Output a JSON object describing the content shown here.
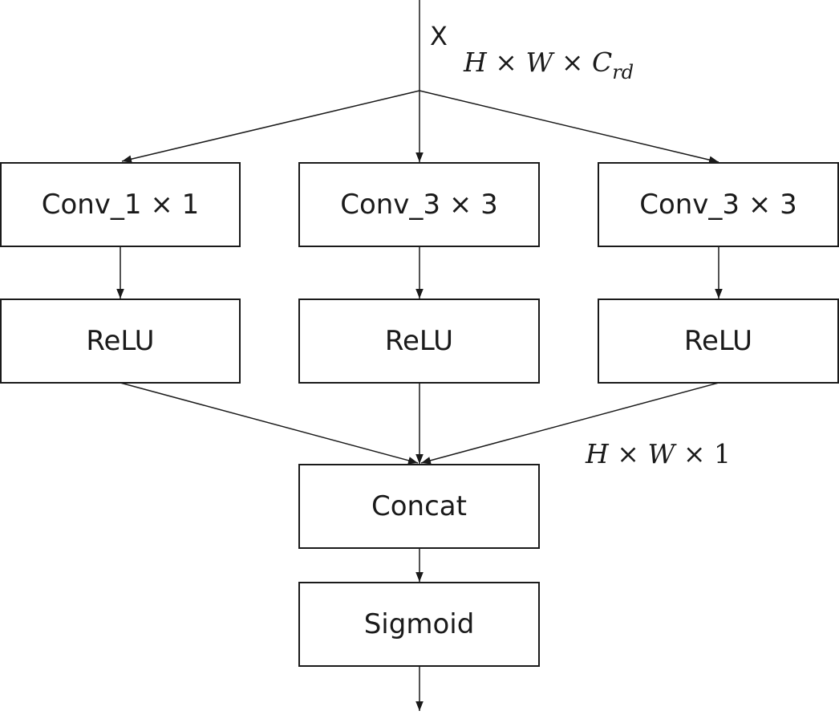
{
  "input_label": "X",
  "input_dims": {
    "h": "H",
    "w": "W",
    "c": "C",
    "c_sub": "rd",
    "times": "×"
  },
  "output_dims": {
    "h": "H",
    "w": "W",
    "n": "1",
    "times": "×"
  },
  "branches": [
    {
      "conv": "Conv_1 × 1",
      "act": "ReLU"
    },
    {
      "conv": "Conv_3 × 3",
      "act": "ReLU"
    },
    {
      "conv": "Conv_3 × 3",
      "act": "ReLU"
    }
  ],
  "concat": "Concat",
  "sigmoid": "Sigmoid"
}
